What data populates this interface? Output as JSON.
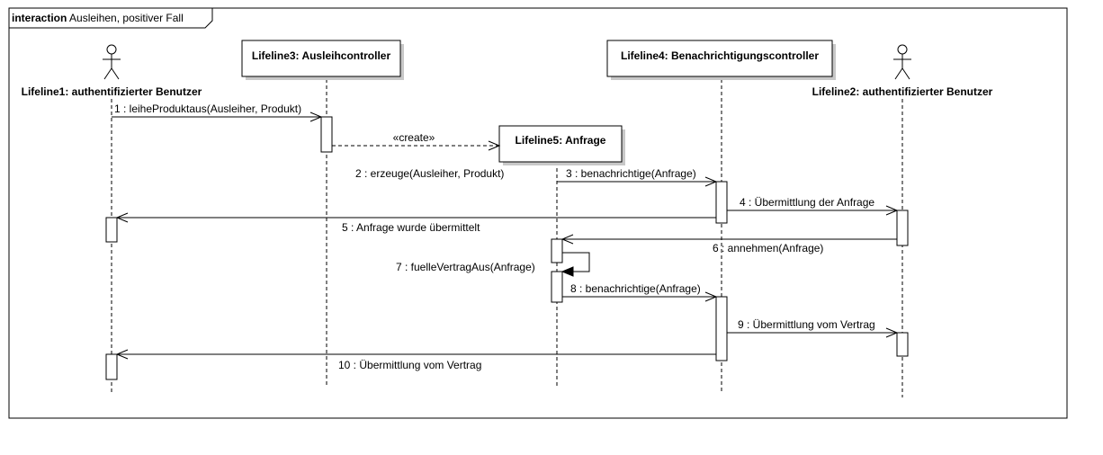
{
  "frame": {
    "keyword": "interaction",
    "title": "Ausleihen, positiver Fall"
  },
  "lifelines": {
    "l1": "Lifeline1: authentifizierter Benutzer",
    "l2": "Lifeline2: authentifizierter Benutzer",
    "l3": "Lifeline3: Ausleihcontroller",
    "l4": "Lifeline4: Benachrichtigungscontroller",
    "l5": "Lifeline5: Anfrage"
  },
  "messages": {
    "create": "«create»",
    "m1": "1 : leiheProduktaus(Ausleiher, Produkt)",
    "m2": "2 : erzeuge(Ausleiher, Produkt)",
    "m3": "3 : benachrichtige(Anfrage)",
    "m4": "4 : Übermittlung der Anfrage",
    "m5": "5 : Anfrage wurde übermittelt",
    "m6": "6 : annehmen(Anfrage)",
    "m7": "7 : fuelleVertragAus(Anfrage)",
    "m8": "8 : benachrichtige(Anfrage)",
    "m9": "9 : Übermittlung vom Vertrag",
    "m10": "10 : Übermittlung vom Vertrag"
  }
}
